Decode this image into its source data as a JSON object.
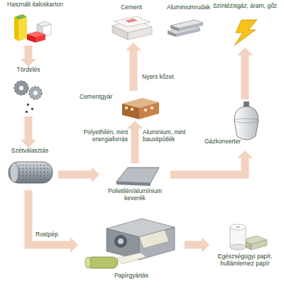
{
  "diagram": {
    "nodes": [
      {
        "text": [
          "Használt italoskarton"
        ]
      },
      {
        "text": [
          "Tördelés"
        ]
      },
      {
        "text": [
          "Szétválasztás"
        ]
      },
      {
        "text": [
          "Polietilén/alumínium keverék"
        ]
      },
      {
        "text": [
          "Cementgyár"
        ]
      },
      {
        "text": [
          "Cement"
        ]
      },
      {
        "text": [
          "Aluminiumrudak"
        ]
      },
      {
        "text": [
          "Gázkonverter"
        ]
      },
      {
        "text": [
          "Szintézisgáz, áram, gőz"
        ]
      },
      {
        "text": [
          "Papírgyártás"
        ]
      },
      {
        "text": [
          "Egészségügyi papír, hullámlemez papír"
        ]
      }
    ],
    "edges": [
      {
        "from": 0,
        "to": 1,
        "arrow": "to"
      },
      {
        "from": 1,
        "to": 2,
        "arrow": "to"
      },
      {
        "from": 2,
        "to": 3,
        "arrow": "to"
      },
      {
        "from": 3,
        "to": 4,
        "arrow": "to"
      },
      {
        "from": 4,
        "to": 5,
        "arrow": "to"
      },
      {
        "from": 3,
        "to": 7,
        "arrow": "to"
      },
      {
        "from": 7,
        "to": 8,
        "arrow": "to"
      },
      {
        "from": 2,
        "to": 9,
        "label": "Rostpép",
        "arrow": "to"
      },
      {
        "from": 9,
        "to": 10,
        "arrow": "to"
      }
    ],
    "labels": [
      "Polyethilén, mint energiaforrás",
      "Aluminium, mint bauxitpótlék",
      "Nyers kőzet"
    ]
  }
}
